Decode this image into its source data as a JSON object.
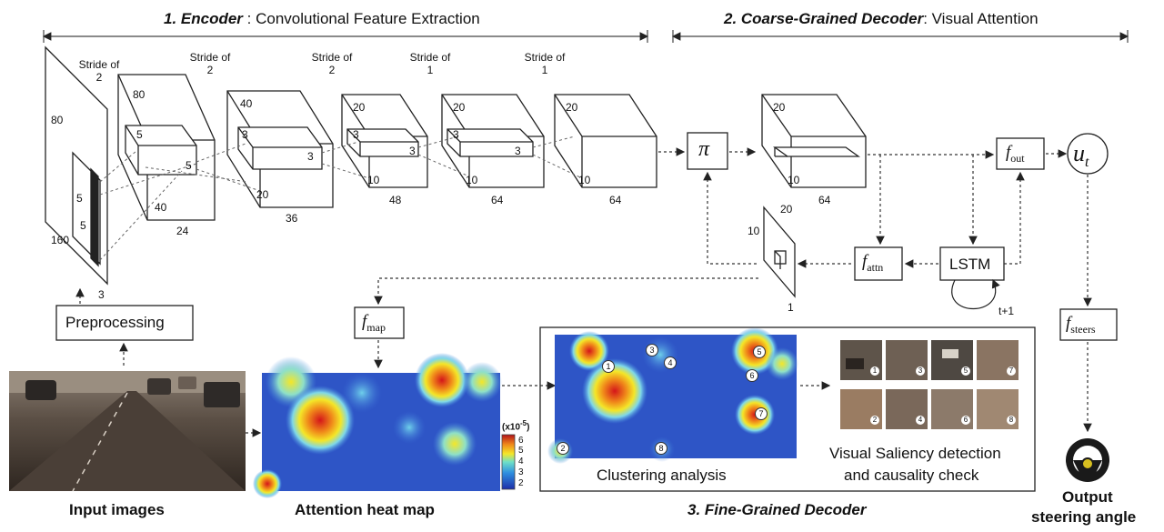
{
  "headers": {
    "encoder_prefix": "1. Encoder",
    "encoder_rest": " : Convolutional Feature Extraction",
    "coarse_prefix": "2. Coarse-Grained Decoder",
    "coarse_rest": ": Visual Attention",
    "fine": "3. Fine-Grained Decoder"
  },
  "encoder": {
    "strides": [
      "Stride of 2",
      "Stride of 2",
      "Stride of 2",
      "Stride of 1",
      "Stride of 1"
    ],
    "input_dims": {
      "h": "80",
      "w": "160",
      "d": "3"
    },
    "kernel": "5",
    "layers": [
      {
        "h": "80",
        "k": "5",
        "d": "24",
        "w": "40"
      },
      {
        "h": "40",
        "k": "3",
        "d": "36",
        "w": "20"
      },
      {
        "h": "20",
        "k": "3",
        "d": "48",
        "w": "10"
      },
      {
        "h": "20",
        "k": "3",
        "d": "64",
        "w": "10"
      },
      {
        "h": "20",
        "d": "64",
        "w": "10"
      }
    ]
  },
  "decoder": {
    "pi": "π",
    "feat": {
      "h": "20",
      "w": "10",
      "d": "64"
    },
    "attn_map": {
      "a": "20",
      "b": "10",
      "c": "1"
    },
    "f_out": {
      "base": "f",
      "sub": "out"
    },
    "u_t": {
      "base": "u",
      "sub": "t"
    },
    "f_attn": {
      "base": "f",
      "sub": "attn"
    },
    "lstm": "LSTM",
    "t_plus": "t+1",
    "f_map": {
      "base": "f",
      "sub": "map"
    },
    "f_steers": {
      "base": "f",
      "sub": "steers"
    }
  },
  "bottom": {
    "preprocessing": "Preprocessing",
    "input_images": "Input images",
    "heat_map": "Attention heat map",
    "colorbar_unit": "(x10",
    "colorbar_exp": "-5",
    "colorbar_unit_end": ")",
    "colorbar_ticks": [
      "6",
      "5",
      "4",
      "3",
      "2"
    ],
    "clustering": "Clustering analysis",
    "saliency_line1": "Visual Saliency detection",
    "saliency_line2": "and causality check",
    "output_line1": "Output",
    "output_line2": "steering angle",
    "cluster_ids": [
      "1",
      "2",
      "3",
      "4",
      "5",
      "6",
      "7",
      "8"
    ],
    "thumb_ids": [
      "1",
      "3",
      "5",
      "7",
      "2",
      "4",
      "6",
      "8"
    ]
  },
  "colors": {
    "line": "#222222",
    "dash": "#555555",
    "heat_low": "#1c2ea8",
    "heat_high": "#d4151a",
    "road": "#3a302a"
  }
}
